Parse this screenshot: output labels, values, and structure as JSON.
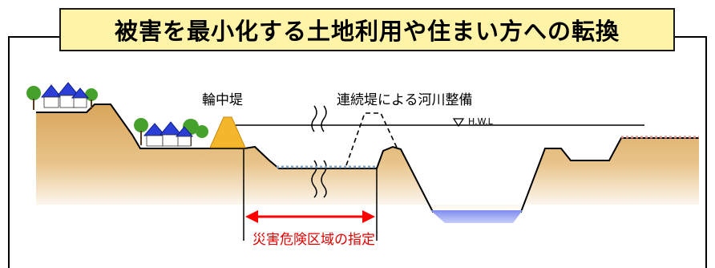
{
  "title": "被害を最小化する土地利用や住まい方への転換",
  "labels": {
    "levee": "輪中堤",
    "continuous_levee": "連続堤による河川整備",
    "hwl": "H.W.L",
    "disaster_zone": "災害危険区域の指定"
  },
  "colors": {
    "title_bg": "#fff3a8",
    "ground": "#d7a65a",
    "ground_edge": "#000000",
    "levee": "#f4b62a",
    "water": "#8f9be8",
    "house_roof": "#2b3fd6",
    "tree": "#46a12c",
    "zone_arrow": "#ff0000",
    "zone_text": "#e00000"
  }
}
